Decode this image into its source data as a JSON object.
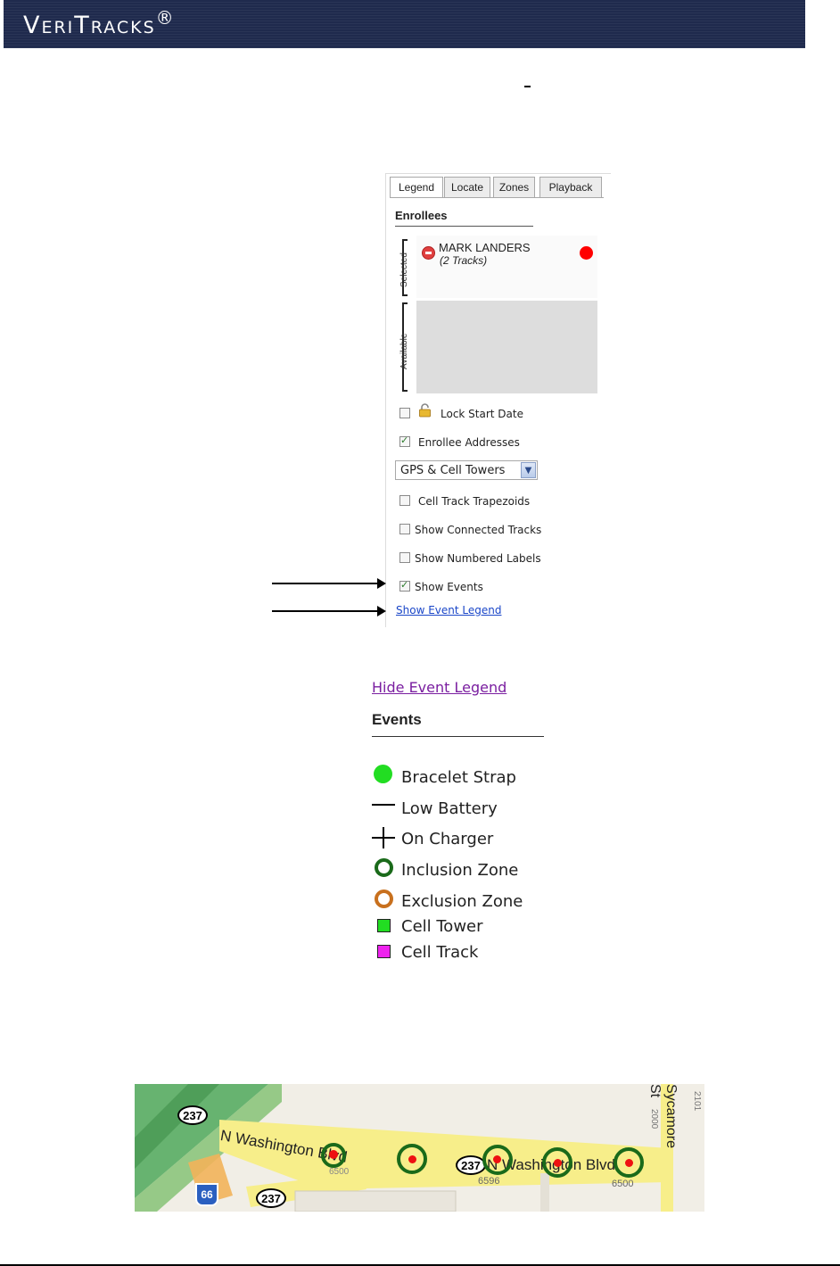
{
  "header": {
    "brand": "VeriTracks",
    "reg_mark": "®"
  },
  "tabs": [
    {
      "label": "Legend",
      "active": true
    },
    {
      "label": "Locate",
      "active": false
    },
    {
      "label": "Zones",
      "active": false
    },
    {
      "label": "Playback",
      "active": false
    }
  ],
  "enrollees": {
    "heading": "Enrollees",
    "selected_label": "Selected",
    "available_label": "Available",
    "selected": [
      {
        "name": "MARK LANDERS",
        "tracks": "(2 Tracks)",
        "status_color": "#ff0000"
      }
    ]
  },
  "options": {
    "lock_start_date": {
      "label": "Lock Start Date",
      "checked": false
    },
    "enrollee_addresses": {
      "label": "Enrollee Addresses",
      "checked": true
    },
    "track_source": {
      "selected": "GPS & Cell Towers"
    },
    "cell_track_trapezoids": {
      "label": "Cell Track Trapezoids",
      "checked": false
    },
    "show_connected_tracks": {
      "label": "Show Connected Tracks",
      "checked": false
    },
    "show_numbered_labels": {
      "label": "Show Numbered Labels",
      "checked": false
    },
    "show_events": {
      "label": "Show Events",
      "checked": true
    },
    "show_event_legend_link": "Show Event Legend"
  },
  "event_legend": {
    "hide_link": "Hide Event Legend",
    "heading": "Events",
    "items": [
      {
        "label": "Bracelet Strap",
        "icon": "green-dot-icon",
        "color": "#22dd22"
      },
      {
        "label": "Low Battery",
        "icon": "minus-icon",
        "color": "#000000"
      },
      {
        "label": "On Charger",
        "icon": "plus-icon",
        "color": "#000000"
      },
      {
        "label": "Inclusion Zone",
        "icon": "green-ring-icon",
        "color": "#1a6a1a"
      },
      {
        "label": "Exclusion Zone",
        "icon": "orange-ring-icon",
        "color": "#c8701e"
      },
      {
        "label": "Cell Tower",
        "icon": "green-square-icon",
        "color": "#22dd22"
      },
      {
        "label": "Cell Track",
        "icon": "magenta-square-icon",
        "color": "#ee22ee"
      }
    ]
  },
  "map": {
    "street_washington_left": "N Washington Blvd",
    "street_washington_right": "N Washington Blvd",
    "street_sycamore": "Sycamore St",
    "route_237": "237",
    "route_66": "66",
    "numbers": {
      "n6500a": "6500",
      "n6596": "6596",
      "n6500b": "6500",
      "n2000": "2000",
      "n2101": "2101"
    }
  }
}
